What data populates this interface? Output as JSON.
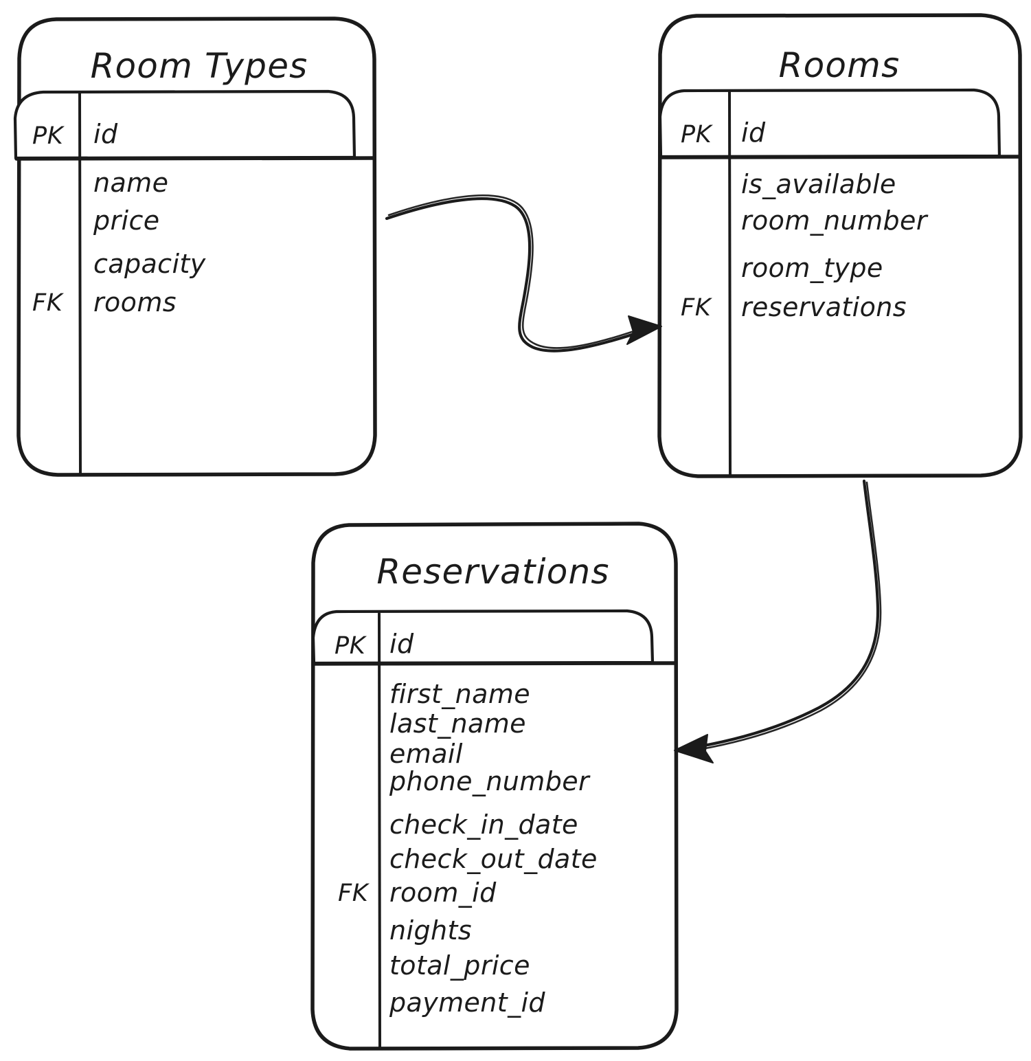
{
  "diagram": {
    "type": "entity-relationship-diagram",
    "style": "hand-drawn",
    "background_color": "#ffffff",
    "ink_color": "#1b1b1b",
    "key_labels": {
      "primary": "PK",
      "foreign": "FK"
    },
    "entities": [
      {
        "id": "room-types",
        "title": "Room Types",
        "primary_key": {
          "key": "PK",
          "name": "id"
        },
        "fields": [
          {
            "name": "name",
            "key": ""
          },
          {
            "name": "price",
            "key": ""
          },
          {
            "name": "capacity",
            "key": ""
          },
          {
            "name": "rooms",
            "key": "FK"
          }
        ]
      },
      {
        "id": "rooms",
        "title": "Rooms",
        "primary_key": {
          "key": "PK",
          "name": "id"
        },
        "fields": [
          {
            "name": "is_available",
            "key": ""
          },
          {
            "name": "room_number",
            "key": ""
          },
          {
            "name": "room_type",
            "key": ""
          },
          {
            "name": "reservations",
            "key": "FK"
          }
        ]
      },
      {
        "id": "reservations",
        "title": "Reservations",
        "primary_key": {
          "key": "PK",
          "name": "id"
        },
        "fields": [
          {
            "name": "first_name",
            "key": ""
          },
          {
            "name": "last_name",
            "key": ""
          },
          {
            "name": "email",
            "key": ""
          },
          {
            "name": "phone_number",
            "key": ""
          },
          {
            "name": "check_in_date",
            "key": ""
          },
          {
            "name": "check_out_date",
            "key": ""
          },
          {
            "name": "room_id",
            "key": "FK"
          },
          {
            "name": "nights",
            "key": ""
          },
          {
            "name": "total_price",
            "key": ""
          },
          {
            "name": "payment_id",
            "key": ""
          }
        ]
      }
    ],
    "relationships": [
      {
        "id": "roomtypes-to-rooms",
        "from": "room-types",
        "to": "rooms",
        "arrow": "single"
      },
      {
        "id": "rooms-to-reservations",
        "from": "rooms",
        "to": "reservations",
        "arrow": "single"
      }
    ]
  }
}
